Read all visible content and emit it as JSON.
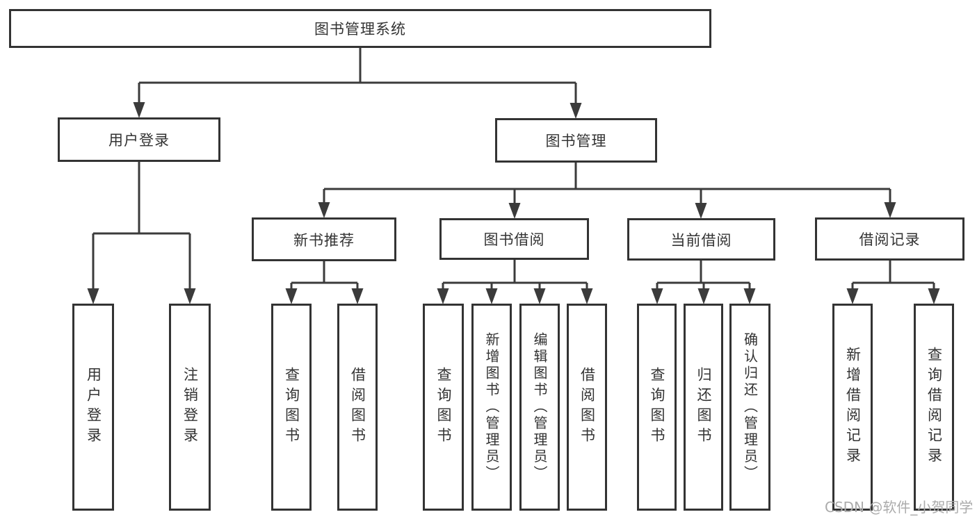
{
  "diagram": {
    "title": "图书管理系统",
    "level2": {
      "user_login": "用户登录",
      "book_management": "图书管理"
    },
    "level3": {
      "new_book_recommend": "新书推荐",
      "book_borrow": "图书借阅",
      "current_borrow": "当前借阅",
      "borrow_records": "借阅记录"
    },
    "level4": {
      "user_login": [
        "用户登录",
        "注销登录"
      ],
      "new_book_recommend": [
        "查询图书",
        "借阅图书"
      ],
      "book_borrow": [
        "查询图书",
        "新增图书（管理员）",
        "编辑图书（管理员）",
        "借阅图书"
      ],
      "current_borrow": [
        "查询图书",
        "归还图书",
        "确认归还（管理员）"
      ],
      "borrow_records": [
        "新增借阅记录",
        "查询借阅记录"
      ]
    }
  },
  "watermark": "CSDN @软件_小贺同学",
  "colors": {
    "line": "#3b3b3b",
    "box_border": "#333333",
    "text": "#333333",
    "watermark": "#ababab",
    "background": "#ffffff"
  }
}
